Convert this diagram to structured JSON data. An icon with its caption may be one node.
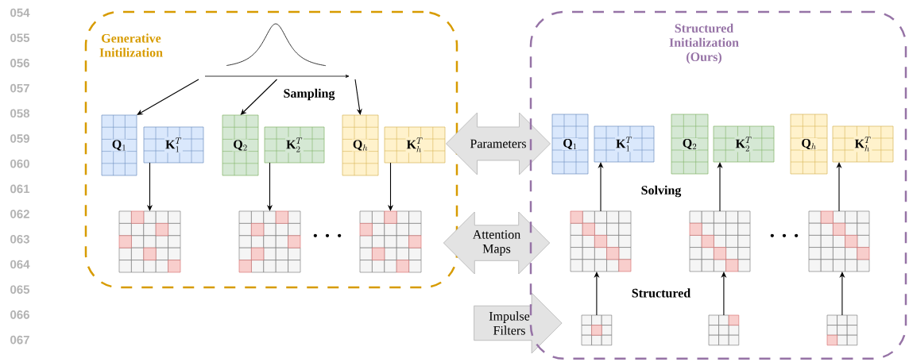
{
  "diagram": {
    "nodes": [
      {
        "text": [
          "Generative Initilization"
        ]
      },
      {
        "text": [],
        "shape": "curve",
        "in": 0
      },
      {
        "text": [
          "\\mathbf{Q}_1"
        ],
        "in": 0
      },
      {
        "text": [
          "\\mathbf{K}_1^T"
        ],
        "in": 0
      },
      {
        "text": [
          "\\mathbf{Q}_2"
        ],
        "in": 0
      },
      {
        "text": [
          "\\mathbf{K}_2^T"
        ],
        "in": 0
      },
      {
        "text": [
          "\\mathbf{Q}_h"
        ],
        "in": 0
      },
      {
        "text": [
          "\\mathbf{K}_h^T"
        ],
        "in": 0
      },
      {
        "text": [],
        "shape": "grid",
        "in": 0
      },
      {
        "text": [],
        "shape": "grid",
        "in": 0
      },
      {
        "text": [],
        "shape": "grid",
        "in": 0
      },
      {
        "text": [
          "Parameters"
        ]
      },
      {
        "text": [
          "Attention Maps"
        ]
      },
      {
        "text": [
          "Impulse Filters"
        ]
      },
      {
        "text": [
          "Structured Initialization (Ours)"
        ]
      },
      {
        "text": [
          "\\mathbf{Q}_1"
        ],
        "in": 14
      },
      {
        "text": [
          "\\mathbf{K}_1^T"
        ],
        "in": 14
      },
      {
        "text": [
          "\\mathbf{Q}_2"
        ],
        "in": 14
      },
      {
        "text": [
          "\\mathbf{K}_2^T"
        ],
        "in": 14
      },
      {
        "text": [
          "\\mathbf{Q}_h"
        ],
        "in": 14
      },
      {
        "text": [
          "\\mathbf{K}_h^T"
        ],
        "in": 14
      },
      {
        "text": [],
        "shape": "grid",
        "in": 14
      },
      {
        "text": [],
        "shape": "grid",
        "in": 14
      },
      {
        "text": [],
        "shape": "grid",
        "in": 14
      },
      {
        "text": [],
        "shape": "grid",
        "in": 14
      },
      {
        "text": [],
        "shape": "grid",
        "in": 14
      },
      {
        "text": [],
        "shape": "grid",
        "in": 14
      }
    ],
    "edges": [
      {
        "from": 1,
        "to": 2,
        "arrow": "to"
      },
      {
        "from": 1,
        "to": 4,
        "arrow": "to"
      },
      {
        "from": 1,
        "to": 6,
        "arrow": "to"
      },
      {
        "from": 3,
        "to": 8,
        "arrow": "to"
      },
      {
        "from": 5,
        "to": 9,
        "arrow": "to"
      },
      {
        "from": 7,
        "to": 10,
        "arrow": "to"
      },
      {
        "from": 24,
        "to": 21,
        "arrow": "to"
      },
      {
        "from": 25,
        "to": 22,
        "arrow": "to"
      },
      {
        "from": 26,
        "to": 23,
        "arrow": "to"
      },
      {
        "from": 21,
        "to": 16,
        "arrow": "to"
      },
      {
        "from": 22,
        "to": 18,
        "arrow": "to"
      },
      {
        "from": 23,
        "to": 20,
        "arrow": "to"
      }
    ],
    "labels": [
      "054",
      "055",
      "056",
      "057",
      "058",
      "059",
      "060",
      "061",
      "062",
      "063",
      "064",
      "065",
      "066",
      "067",
      "Sampling",
      "Solving",
      "· · ·",
      "· · ·",
      "Structured"
    ]
  }
}
